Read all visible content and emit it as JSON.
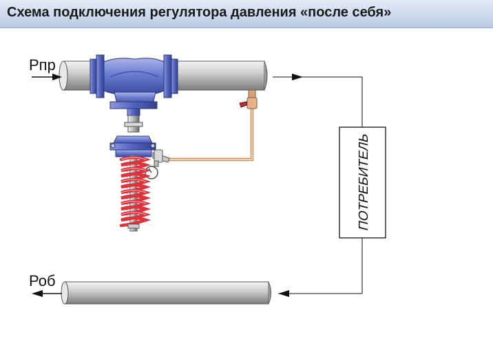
{
  "title": "Схема подключения регулятора давления «после себя»",
  "labels": {
    "inlet_pressure": "Рпр",
    "return_pressure": "Роб",
    "consumer": "ПОТРЕБИТЕЛЬ"
  },
  "colors": {
    "valve_body": "#5c6fc4",
    "spring": "#e0303a",
    "pipe": "#c8c8c8",
    "impulse_line": "#e2b48a"
  }
}
